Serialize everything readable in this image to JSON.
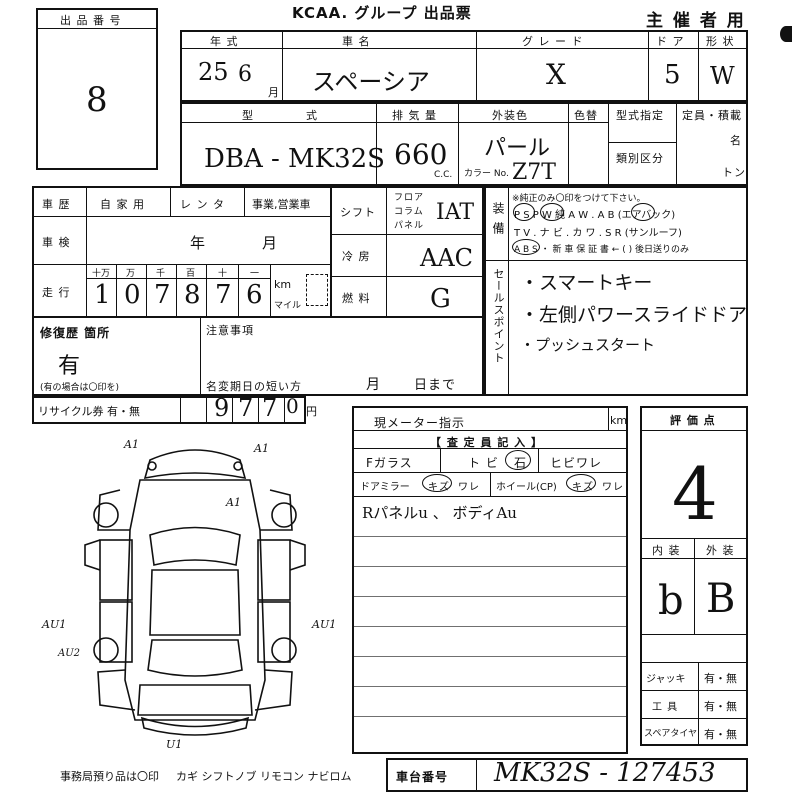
{
  "header": {
    "lot_label": "出 品 番 号",
    "lot_number": "8",
    "title": "KCAA. グループ 出品票",
    "organizer": "主 催 者 用"
  },
  "row1": {
    "year_label": "年 式",
    "year_value": "25",
    "month_value": "6",
    "month_unit": "月",
    "car_name_label": "車 名",
    "car_name_value": "スペーシア",
    "grade_label": "グ レ ー ド",
    "grade_value": "X",
    "door_label": "ド ア",
    "door_value": "5",
    "shape_label": "形 状",
    "shape_value": "W"
  },
  "row2": {
    "model_label1": "型",
    "model_label2": "式",
    "model_value": "DBA - MK32S",
    "displacement_label": "排 気 量",
    "displacement_value": "660",
    "cc_unit": "C.C.",
    "color_label": "外装色",
    "color_value": "パール",
    "color_change_label": "色替",
    "color_no_label": "カラー No.",
    "color_no_value": "Z7T",
    "type_designation_label": "型式指定",
    "category_label": "類別区分",
    "capacity_label": "定員・積載",
    "person_unit": "名",
    "ton_unit": "トン"
  },
  "history": {
    "label": "車 歴",
    "opts": [
      "自 家 用",
      "レ ン タ",
      "事業,営業車"
    ],
    "inspection_label": "車 検",
    "year_unit": "年",
    "month_unit": "月",
    "mileage_label": "走 行",
    "digit_units": [
      "十万",
      "万",
      "千",
      "百",
      "十",
      "一"
    ],
    "mileage_digits": [
      "1",
      "0",
      "7",
      "8",
      "7",
      "6"
    ],
    "km_unit": "km",
    "mile_unit": "マイル"
  },
  "shift": {
    "label": "シフト",
    "options": [
      "フロア",
      "コラム",
      "パネル"
    ],
    "value": "IAT",
    "ac_label": "冷 房",
    "ac_value": "AAC",
    "fuel_label": "燃 料",
    "fuel_value": "G"
  },
  "equipment": {
    "side_label": "装 備",
    "note": "※純正のみ〇印をつけて下さい。",
    "line1": "P S  P W  純 A W .  A B (エアバック)",
    "line2": "T V . ナ ビ . カ ワ . S R (サンルーフ)",
    "line3": "A B S ・  新 車 保 証 書 ← (  ) 後日送りのみ",
    "points_label": "セールスポイント",
    "points": [
      "・スマートキー",
      "・左側パワースライドドア",
      "・プッシュスタート"
    ]
  },
  "repair": {
    "label": "修復歴 箇所",
    "value": "有",
    "note": "(有の場合は〇印を)",
    "attention_label": "注意事項",
    "name_change_label": "名変期日の短い方",
    "month_unit": "月",
    "day_unit": "日まで"
  },
  "recycle": {
    "label": "リサイクル券 有・無",
    "digits": [
      "9",
      "7",
      "7",
      "0"
    ],
    "unit": "円"
  },
  "inspection": {
    "meter_label": "現メーター指示",
    "km_unit": "km",
    "inspector_label": "【 査 定 員 記 入 】",
    "f_glass_label": "Fガラス",
    "tobi_label": "ト ビ",
    "ishi_label": "石",
    "crack_label": "ヒビワレ",
    "door_mirror_label": "ドアミラー",
    "kizu_label": "キズ",
    "ware_label": "ワレ",
    "wheel_label": "ホイール(CP)",
    "wheel_kizu_label": "キズ",
    "wheel_ware_label": "ワレ",
    "remark": "Rパネルu 、 ボディAu"
  },
  "diagram": {
    "marks": [
      "A1",
      "A1",
      "A1",
      "AU1",
      "AU1",
      "AU2",
      "U1"
    ]
  },
  "score": {
    "label": "評 価 点",
    "value": "4",
    "interior_label": "内 装",
    "exterior_label": "外 装",
    "interior_value": "b",
    "exterior_value": "B"
  },
  "tools": {
    "jack_label": "ジャッキ",
    "tool_label": "工 具",
    "spare_label": "スペアタイヤ",
    "yes_no": "有・無"
  },
  "footer": {
    "office_note": "事務局預り品は〇印",
    "items": "カギ  シフトノブ  リモコン  ナビロム",
    "chassis_label": "車台番号",
    "chassis_value": "MK32S - 127453"
  }
}
